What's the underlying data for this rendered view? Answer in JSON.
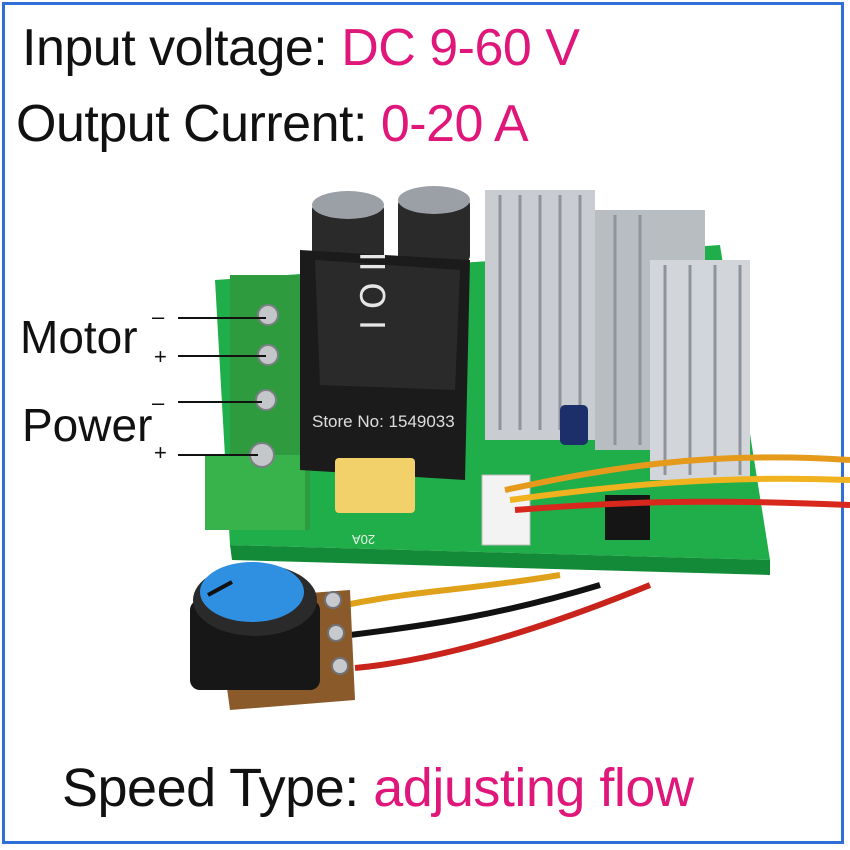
{
  "specs": {
    "input": {
      "label": "Input voltage:",
      "value": "DC 9-60 V"
    },
    "output": {
      "label": "Output Current:",
      "value": "0-20 A"
    },
    "speed": {
      "label": "Speed Type:",
      "value": "adjusting flow"
    }
  },
  "terminals": {
    "motor": "Motor",
    "power": "Power",
    "minus": "–",
    "plus": "+"
  },
  "photo": {
    "watermark": "Store No: 1549033",
    "fuse_label": "20A",
    "knob_color": "#2f8fe0",
    "pcb_color": "#1fae4a",
    "accent": "#e0177a"
  }
}
